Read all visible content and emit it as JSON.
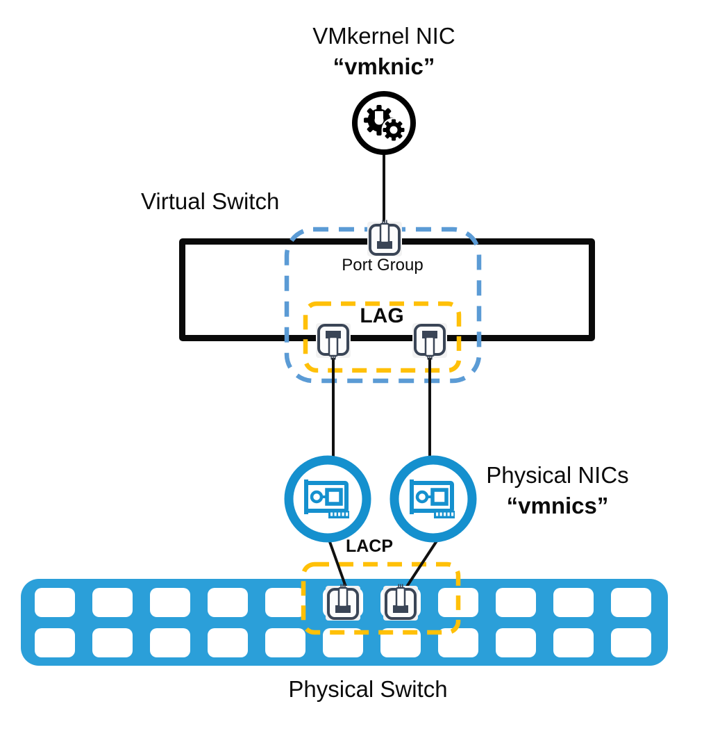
{
  "labels": {
    "vmkernel_line1": "VMkernel NIC",
    "vmkernel_line2": "“vmknic”",
    "virtual_switch": "Virtual Switch",
    "port_group": "Port Group",
    "lag": "LAG",
    "physical_nics_line1": "Physical NICs",
    "physical_nics_line2": "“vmnics”",
    "lacp": "LACP",
    "physical_switch": "Physical Switch"
  },
  "colors": {
    "c-azure": "#2B9FD9",
    "c-nic": "#1590CE",
    "c-dashblue": "#5B9BD5",
    "c-orange": "#FFC008",
    "c-navy": "#3A4556",
    "c-line": "#111111"
  },
  "icons": {
    "vmknic": "gears-circle-icon",
    "port": "ethernet-port-icon",
    "nic": "network-adapter-icon"
  },
  "physical_switch_grid": {
    "rows": 2,
    "cols": 11,
    "port_cells_row1": [
      6,
      7
    ]
  }
}
